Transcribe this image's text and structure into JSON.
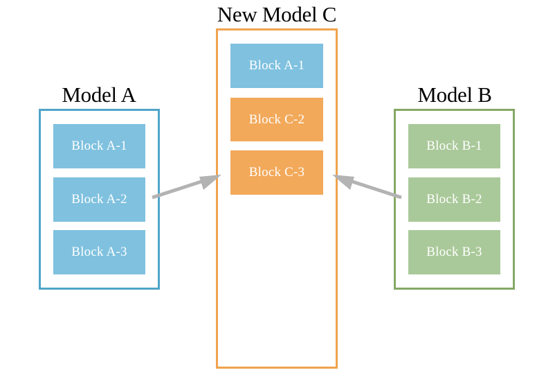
{
  "colors": {
    "model_a": "#4fa5c9",
    "model_a_block": "#7fc1df",
    "model_b": "#85a865",
    "model_b_block": "#aac99a",
    "model_c": "#f0a24e",
    "model_c_block": "#f2a95a",
    "arrow": "#b3b3b3"
  },
  "model_a": {
    "title": "Model A",
    "blocks": [
      "Block A-1",
      "Block A-2",
      "Block A-3"
    ]
  },
  "model_b": {
    "title": "Model B",
    "blocks": [
      "Block B-1",
      "Block B-2",
      "Block B-3"
    ]
  },
  "model_c": {
    "title": "New Model C",
    "blocks": [
      "Block A-1",
      "Block C-2",
      "Block C-3"
    ]
  }
}
